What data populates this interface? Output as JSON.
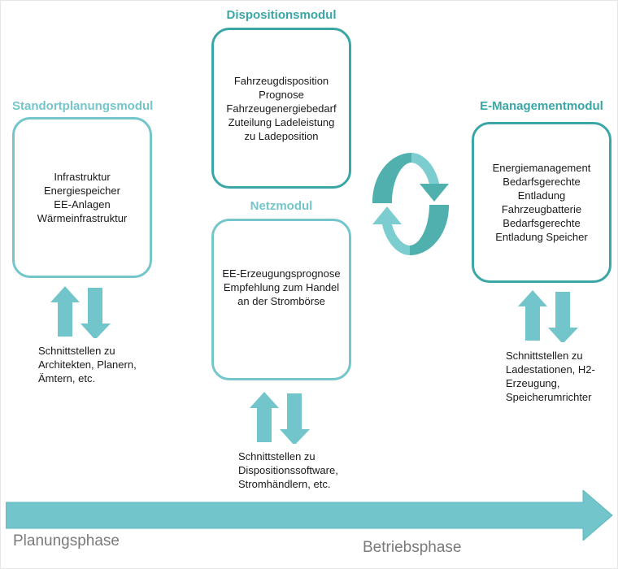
{
  "colors": {
    "teal_dark": "#3aa6a6",
    "teal_light": "#74c6ca",
    "arrow_fill": "#72c5ca",
    "cycle_dark": "#4fb0ad",
    "cycle_light": "#7ccdd0",
    "phase_text": "#7a7a7a"
  },
  "modules": {
    "standort": {
      "title": "Standortplanungsmodul",
      "lines": [
        "Infrastruktur",
        "Energiespeicher",
        "EE-Anlagen",
        "Wärmeinfrastruktur"
      ],
      "interfaces": [
        "Schnittstellen zu",
        "Architekten, Planern,",
        "Ämtern, etc."
      ]
    },
    "disposition": {
      "title": "Dispositionsmodul",
      "lines": [
        "Fahrzeugdisposition",
        "Prognose",
        "Fahrzeugenergiebedarf",
        "Zuteilung Ladeleistung",
        "zu Ladeposition"
      ]
    },
    "netz": {
      "title": "Netzmodul",
      "lines": [
        "EE-Erzeugungsprognose",
        "Empfehlung zum Handel",
        "an der Strombörse"
      ],
      "interfaces": [
        "Schnittstellen zu",
        "Dispositionssoftware,",
        "Stromhändlern, etc."
      ]
    },
    "emanagement": {
      "title": "E-Managementmodul",
      "lines": [
        "Energiemanagement",
        "Bedarfsgerechte",
        "Entladung",
        "Fahrzeugbatterie",
        "Bedarfsgerechte",
        "Entladung Speicher"
      ],
      "interfaces": [
        "Schnittstellen zu",
        "Ladestationen, H2-",
        "Erzeugung,",
        "Speicherumrichter"
      ]
    }
  },
  "phases": {
    "planning": "Planungsphase",
    "operation": "Betriebsphase"
  }
}
